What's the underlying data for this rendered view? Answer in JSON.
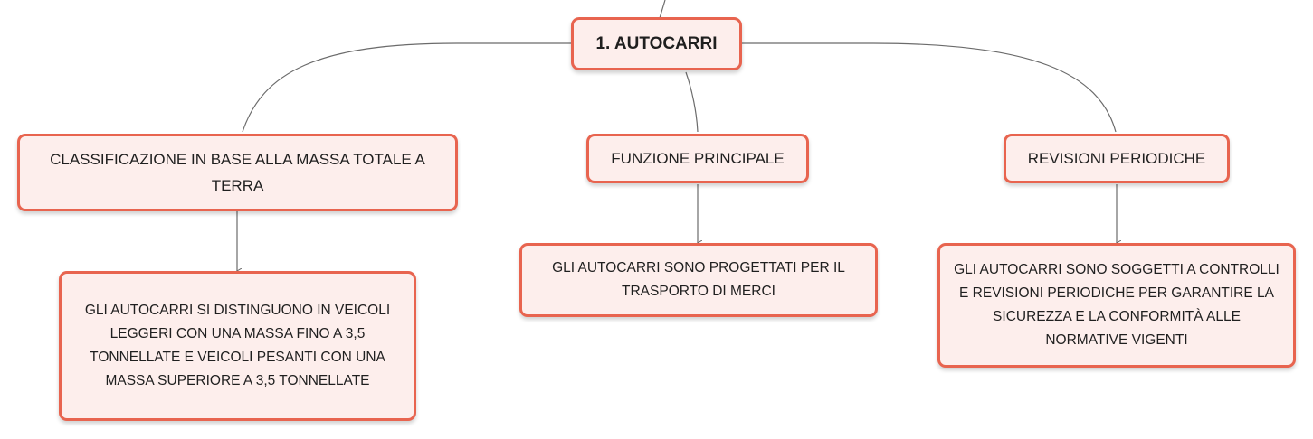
{
  "root": {
    "label": "1. AUTOCARRI"
  },
  "branches": [
    {
      "title": "CLASSIFICAZIONE IN BASE ALLA MASSA TOTALE A TERRA",
      "detail": "GLI AUTOCARRI SI DISTINGUONO IN VEICOLI LEGGERI CON UNA MASSA FINO A 3,5 TONNELLATE E VEICOLI PESANTI CON UNA MASSA SUPERIORE A 3,5 TONNELLATE"
    },
    {
      "title": "FUNZIONE PRINCIPALE",
      "detail": "GLI AUTOCARRI SONO PROGETTATI PER IL TRASPORTO DI MERCI"
    },
    {
      "title": "REVISIONI PERIODICHE",
      "detail": "GLI AUTOCARRI SONO SOGGETTI A CONTROLLI E REVISIONI PERIODICHE PER GARANTIRE LA SICUREZZA E LA CONFORMITÀ ALLE NORMATIVE VIGENTI"
    }
  ],
  "colors": {
    "node_border": "#e8644f",
    "node_fill": "#fdeeec",
    "connector": "#6b6b6b",
    "text": "#1f1f1f"
  }
}
